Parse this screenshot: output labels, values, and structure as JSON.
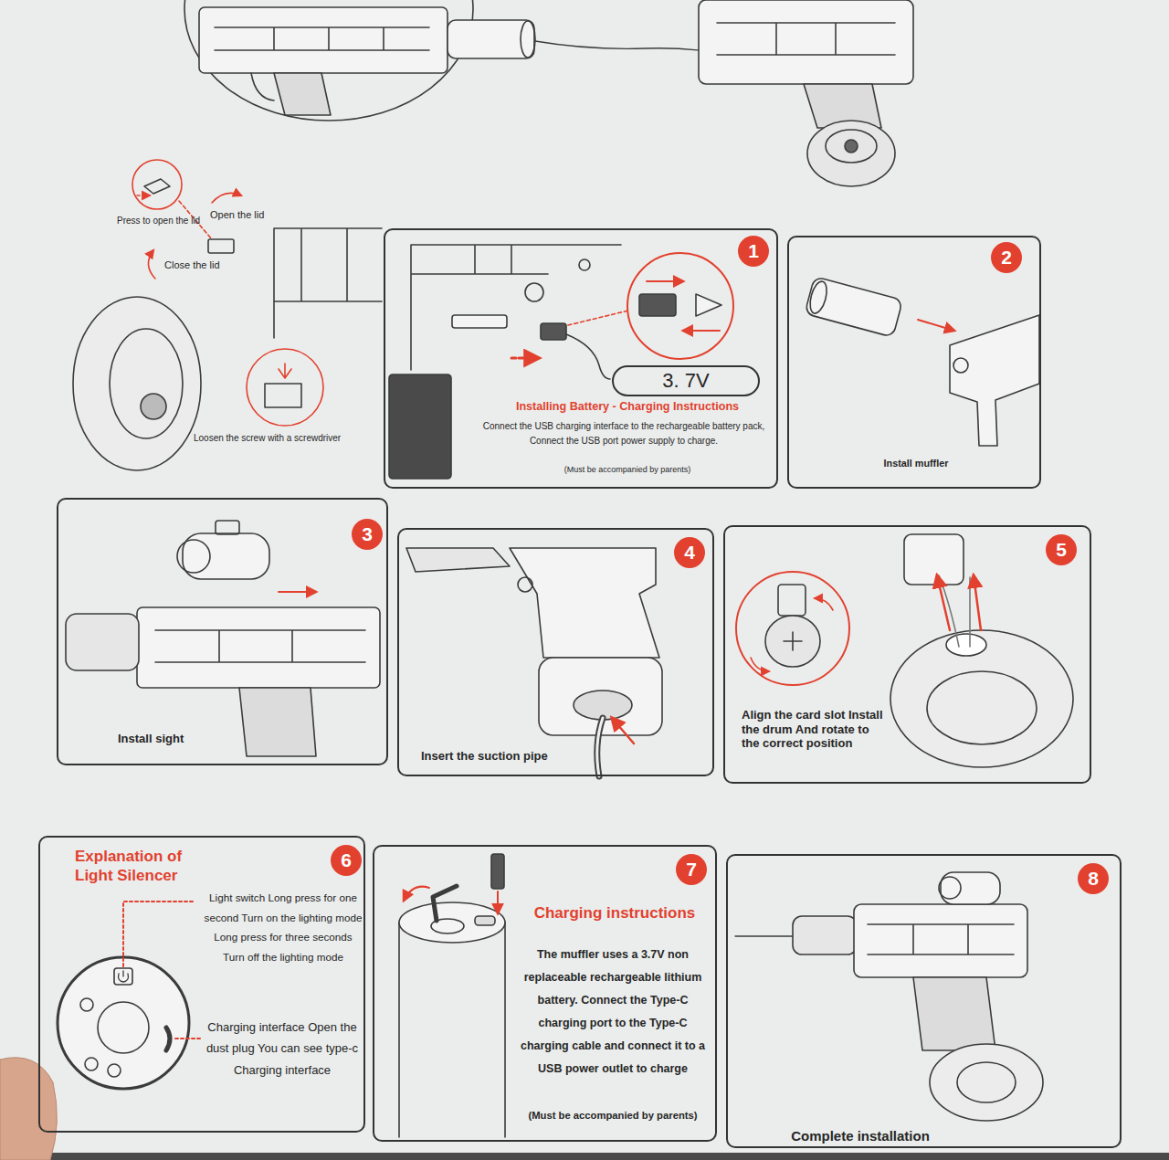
{
  "diagram": {
    "nodes": [
      {
        "text": [
          "Installing Battery - Charging Instructions",
          "Connect the USB charging interface to the rechargeable battery pack, Connect the USB port power supply to charge.",
          "(Must be accompanied by parents)"
        ]
      },
      {
        "text": [
          "3. 7V"
        ],
        "in": 0
      },
      {
        "text": [
          "Install muffler"
        ]
      },
      {
        "text": [
          "Install sight"
        ]
      },
      {
        "text": [
          "Insert the suction pipe"
        ]
      },
      {
        "text": [
          "Align the card slot Install the drum And rotate to the correct position"
        ]
      },
      {
        "text": [
          "Explanation of Light Silencer",
          "Light switch Long press for one second Turn on the lighting mode Long press for three seconds Turn off the lighting mode",
          "Charging interface Open the dust plug You can see type-c Charging interface"
        ]
      },
      {
        "text": [
          "Charging instructions",
          "The muffler uses a 3.7V non replaceable rechargeable lithium battery. Connect the Type-C charging port to the Type-C charging cable and connect it to a USB power outlet to charge",
          "(Must be accompanied by parents)"
        ]
      },
      {
        "text": [
          "Complete installation"
        ]
      }
    ],
    "labels": [
      "Press to open the lid",
      "Open the lid",
      "Close the lid",
      "Loosen the screw with a screwdriver",
      "1",
      "2",
      "3",
      "4",
      "5",
      "6",
      "7",
      "8"
    ]
  }
}
